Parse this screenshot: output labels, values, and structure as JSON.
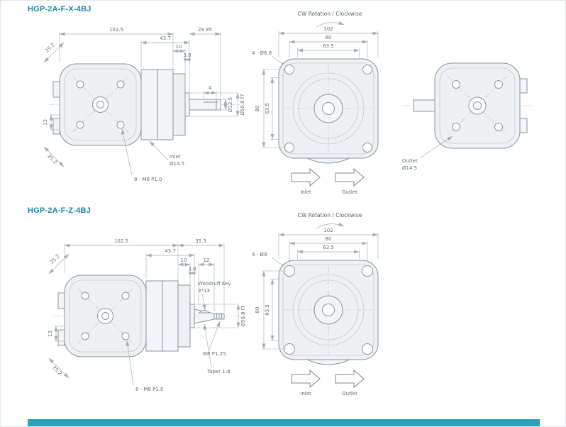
{
  "doc": {
    "title_color": "#1b87ab",
    "footer_color": "#2ba1c0"
  },
  "sections": [
    {
      "title": "HGP-2A-F-X-4BJ",
      "rotation_label": "CW Rotation / Clockwise",
      "side": {
        "len": "102.5",
        "a": "43.7",
        "b": "10",
        "c": "3.8",
        "shaft_len": "29.85",
        "key_w": "4",
        "shaft_dia": "Ø12.5",
        "pilot_dia": "Ø50.8 f7",
        "h": "13",
        "ch_top": "25.2",
        "ch_bot": "25.2",
        "inlet_1": "Inlet",
        "inlet_2": "Ø14.5",
        "bolts": "8 - M6 P1.0"
      },
      "front": {
        "holes": "4 - Ø6.8",
        "w": "102",
        "bolt_w": "80",
        "inner_w": "63.5",
        "h": "80",
        "inner_h": "63.5",
        "inlet": "Inlet",
        "outlet": "Outlet"
      },
      "rear": {
        "outlet_1": "Outlet",
        "outlet_2": "Ø14.5"
      }
    },
    {
      "title": "HGP-2A-F-Z-4BJ",
      "rotation_label": "CW Rotation / Clockwise",
      "side": {
        "len": "102.5",
        "shaft_len": "35.5",
        "a": "43.7",
        "b": "10",
        "b2": "12",
        "c": "3.8",
        "key_1": "Woodruff Key",
        "key_2": "3*13",
        "pilot_dia": "Ø50.8 f7",
        "h": "13",
        "ch_top": "25.2",
        "ch_bot": "25.2",
        "thread": "M8 P1.25",
        "taper": "Taper 1:8",
        "bolts": "8 - M6 P1.0"
      },
      "front": {
        "holes": "4 - Ø9",
        "w": "102",
        "bolt_w": "80",
        "inner_w": "63.5",
        "h": "80",
        "inner_h": "63.5",
        "inlet": "Inlet",
        "outlet": "Outlet"
      }
    }
  ]
}
